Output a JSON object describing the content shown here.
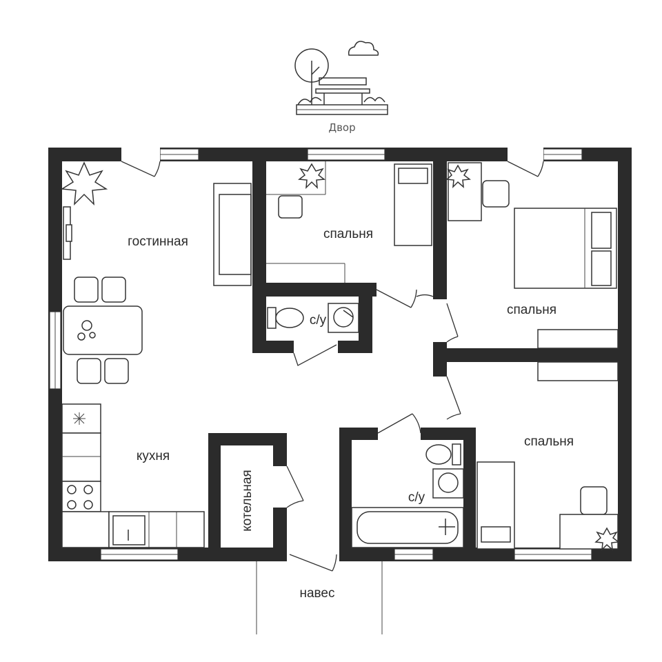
{
  "labels": {
    "yard": "Двор",
    "living_room": "гостинная",
    "bedroom_1": "спальня",
    "bedroom_2": "спальня",
    "bedroom_3": "спальня",
    "bathroom_1": "с/у",
    "bathroom_2": "с/у",
    "kitchen": "кухня",
    "boiler_room": "котельная",
    "canopy": "навес"
  },
  "colors": {
    "wall": "#2b2b2b",
    "background": "#ffffff",
    "line": "#333333"
  },
  "icons": [
    "tree-bench-icon",
    "cloud-icon",
    "plant-icon",
    "snowflake-icon",
    "sink-icon",
    "toilet-icon",
    "bathtub-icon",
    "bed-icon",
    "chair-icon",
    "sofa-icon",
    "stove-icon"
  ]
}
